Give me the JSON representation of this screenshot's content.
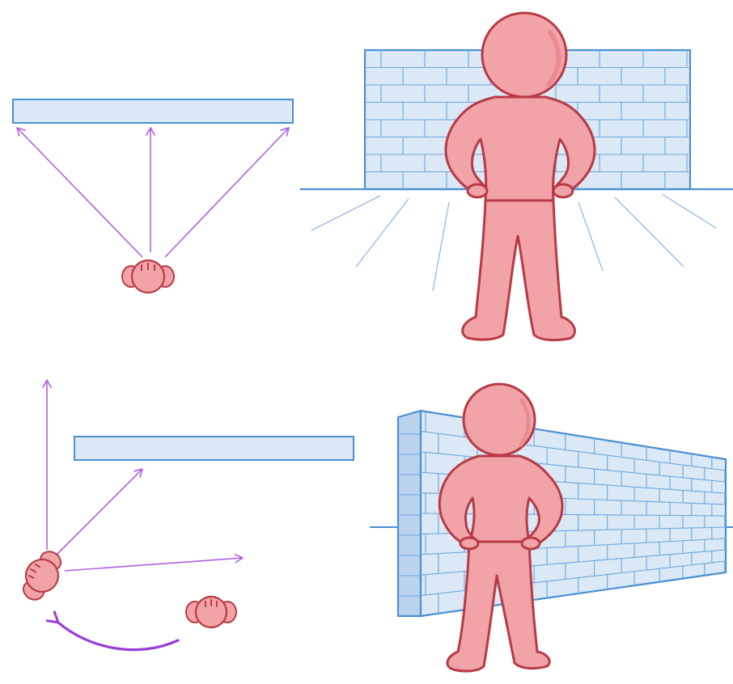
{
  "colors": {
    "background": "#ffffff",
    "wall_fill": "#dbe8f6",
    "wall_stroke": "#4a8fd2",
    "brick_line": "#6ea6dc",
    "ground_line": "#4a8fd2",
    "ray_line": "#8fbbe6",
    "arrow": "#b05fe0",
    "arrow_dark": "#9a3fd6",
    "figure_fill": "#f2a3a8",
    "figure_shade": "#e88b92",
    "figure_stroke": "#b83a46"
  },
  "panels": [
    {
      "id": "top-view-frontal",
      "description_icon": "top-down-head-icon",
      "arrows": 3
    },
    {
      "id": "figure-front-wall",
      "description_icon": "standing-figure-icon"
    },
    {
      "id": "top-view-angled",
      "description_icon": "top-down-head-icon",
      "arrows": 3
    },
    {
      "id": "figure-angled-wall",
      "description_icon": "standing-figure-icon"
    }
  ]
}
